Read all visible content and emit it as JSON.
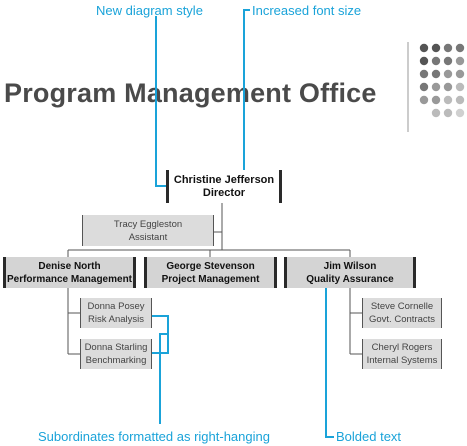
{
  "title": "Program Management Office",
  "callouts": {
    "new_style": "New diagram style",
    "font_size": "Increased font size",
    "subordinates": "Subordinates formatted as right-hanging",
    "bolded": "Bolded text"
  },
  "director": {
    "name": "Christine Jefferson",
    "role": "Director"
  },
  "assistant": {
    "name": "Tracy Eggleston",
    "role": "Assistant"
  },
  "managers": [
    {
      "name": "Denise North",
      "role": "Performance Management"
    },
    {
      "name": "George Stevenson",
      "role": "Project Management"
    },
    {
      "name": "Jim Wilson",
      "role": "Quality Assurance"
    }
  ],
  "subordinates_left": [
    {
      "name": "Donna Posey",
      "role": "Risk Analysis"
    },
    {
      "name": "Donna Starling",
      "role": "Benchmarking"
    }
  ],
  "subordinates_right": [
    {
      "name": "Steve Cornelle",
      "role": "Govt. Contracts"
    },
    {
      "name": "Cheryl Rogers",
      "role": "Internal Systems"
    }
  ],
  "colors": {
    "callout": "#1aa3d9",
    "title": "#4a4a4a",
    "box_fill": "#d4d4d4"
  }
}
